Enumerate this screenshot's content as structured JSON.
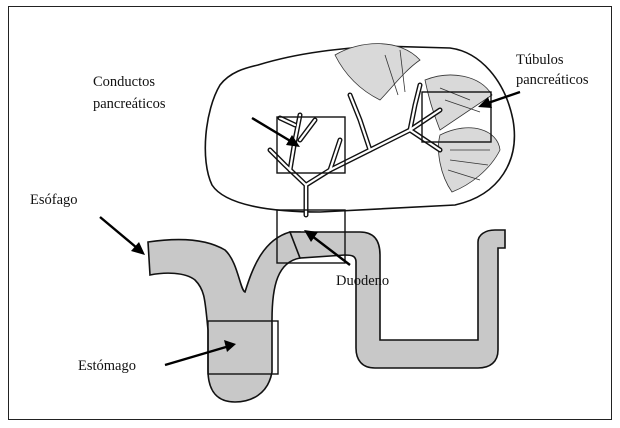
{
  "labels": {
    "conductos_line1": "Conductos",
    "conductos_line2": "pancreáticos",
    "tubulos_line1": "Túbulos",
    "tubulos_line2": "pancreáticos",
    "esofago": "Esófago",
    "duodeno": "Duodeno",
    "estomago": "Estómago"
  },
  "colors": {
    "organ_fill": "#c8c8c8",
    "outline": "#111111",
    "pancreas_fill": "#ffffff"
  }
}
